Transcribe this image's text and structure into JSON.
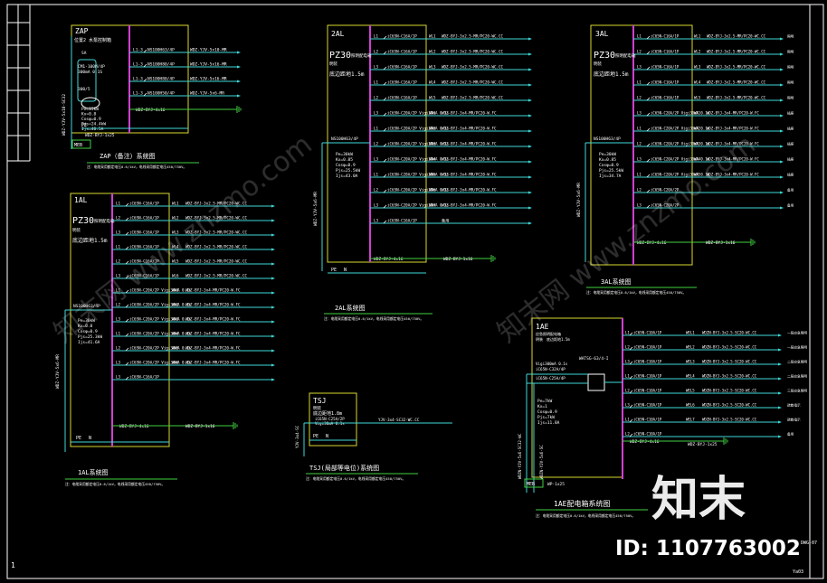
{
  "colors": {
    "background": "#000000",
    "border": "#ffffff",
    "box_outline": "#d8d830",
    "busbar": "#d040d0",
    "circuit": "#40d8d8",
    "breaker": "#e8e8e8",
    "ground": "#40d040",
    "title_underline": "#40d040",
    "watermark": "#ffffff"
  },
  "sheet": {
    "page_number": "1",
    "corner_stamp": "Ya03",
    "corner_stamp2": "DWG-07"
  },
  "panels": {
    "zap": {
      "name": "ZAP",
      "desc": "位置2 水泵控制箱",
      "feeder_cable": "WDZ-YJV-5x10-SC32",
      "main_breaker": "CM1-100M/4P",
      "main_breaker2": "300mA 0.1S",
      "sub_label": "SA",
      "sub_label2": "300/5",
      "params": [
        "Pe=15kW",
        "Kx=0.8",
        "Cosφ=0.9",
        "Pjs=24.4kW",
        "Ijs=40.5A"
      ],
      "circuits": [
        {
          "phase": "L1-3",
          "breaker": "NS100H63/4P",
          "cable": "WDZ-YJV-5x10-MR"
        },
        {
          "phase": "L1-3",
          "breaker": "NS100H80/4P",
          "cable": "WDZ-YJV-5x16-MR"
        },
        {
          "phase": "L1-3",
          "breaker": "NS100H80/4P",
          "cable": "WDZ-YJV-5x16-MR"
        },
        {
          "phase": "L1-3",
          "breaker": "NS100H50/4P",
          "cable": "WDZ-YJV-5x6-MR"
        }
      ],
      "spare_cable": "WDZ-BYJ-4x16",
      "pe_cable": "WDZ-BYJ-1x25",
      "pe_label": "PE",
      "meb_label": "MEB",
      "title": "ZAP（备注）系统图",
      "note": "注：电缆采用额定电压0.6/1kV，电线采用额定电压450/750V。"
    },
    "al1": {
      "name": "1AL",
      "model": "PZ30",
      "desc1": "照明配电箱",
      "desc2": "明装",
      "desc3": "底边距地1.5m",
      "feeder_cable": "WDZ-YJV-5x6-MR",
      "main_breaker": "NS100H63/4P",
      "params": [
        "Pe=30kW",
        "Kx=0.8",
        "Cosφ=0.9",
        "Pjs=25.3kW",
        "Ijs=41.6A"
      ],
      "circuits": [
        {
          "phase": "L1",
          "breaker": "iC65N-C16A/1P",
          "id": "WL1",
          "cable": "WDZ-BYJ-3x2.5-MR/PC20-WC.CC"
        },
        {
          "phase": "L2",
          "breaker": "iC65N-C16A/1P",
          "id": "WL2",
          "cable": "WDZ-BYJ-3x2.5-MR/PC20-WC.CC"
        },
        {
          "phase": "L3",
          "breaker": "iC65N-C16A/1P",
          "id": "WL3",
          "cable": "WDZ-BYJ-3x2.5-MR/PC20-WC.CC"
        },
        {
          "phase": "L1",
          "breaker": "iC65N-C16A/1P",
          "id": "WL4",
          "cable": "WDZ-BYJ-3x2.5-MR/PC20-WC.CC"
        },
        {
          "phase": "L2",
          "breaker": "iC65N-C16A/1P",
          "id": "WL5",
          "cable": "WDZ-BYJ-3x2.5-MR/PC20-WC.CC"
        },
        {
          "phase": "L3",
          "breaker": "iC65N-C16A/1P",
          "id": "WL6",
          "cable": "WDZ-BYJ-3x2.5-MR/PC20-WC.CC"
        },
        {
          "phase": "L1",
          "breaker": "iC65N-C20A/2P Vigi30mA 0.1s",
          "id": "WX1",
          "cable": "WDZ-BYJ-3x4-MR/PC20-W.FC"
        },
        {
          "phase": "L2",
          "breaker": "iC65N-C20A/2P Vigi30mA 0.1s",
          "id": "WX2",
          "cable": "WDZ-BYJ-3x4-MR/PC20-W.FC"
        },
        {
          "phase": "L3",
          "breaker": "iC65N-C20A/2P Vigi30mA 0.1s",
          "id": "WX3",
          "cable": "WDZ-BYJ-3x4-MR/PC20-W.FC"
        },
        {
          "phase": "L1",
          "breaker": "iC65N-C20A/2P Vigi30mA 0.1s",
          "id": "WX4",
          "cable": "WDZ-BYJ-3x4-MR/PC20-W.FC"
        },
        {
          "phase": "L2",
          "breaker": "iC65N-C20A/2P Vigi30mA 0.1s",
          "id": "WX5",
          "cable": "WDZ-BYJ-3x4-MR/PC20-W.FC"
        },
        {
          "phase": "L3",
          "breaker": "iC65N-C20A/2P Vigi30mA 0.1s",
          "id": "WX6",
          "cable": "WDZ-BYJ-3x4-MR/PC20-W.FC"
        },
        {
          "phase": "L3",
          "breaker": "iC65N-C16A/1P",
          "id": "",
          "cable": ""
        }
      ],
      "spare_cable": "WDZ-BYJ-4x16",
      "ground_cable": "WDZ-BYJ-1x16",
      "pe_label": "PE",
      "n_label": "N",
      "title": "1AL系统图",
      "note": "注：电缆采用额定电压0.6/1kV，电线采用额定电压450/750V。"
    },
    "al2": {
      "name": "2AL",
      "model": "PZ30",
      "desc1": "照明配电箱",
      "desc2": "明装",
      "desc3": "底边距地1.5m",
      "feeder_cable": "WDZ-YJV-5x6-MR",
      "main_breaker": "NS100H63/4P",
      "params": [
        "Pe=30kW",
        "Kx=0.85",
        "Cosφ=0.9",
        "Pjs=25.5kW",
        "Ijs=43.0A"
      ],
      "circuits": [
        {
          "phase": "L1",
          "breaker": "iC65N-C16A/1P",
          "id": "WL1",
          "cable": "WDZ-BYJ-3x2.5-MR/PC20-WC.CC"
        },
        {
          "phase": "L2",
          "breaker": "iC65N-C16A/1P",
          "id": "WL2",
          "cable": "WDZ-BYJ-3x2.5-MR/PC20-WC.CC"
        },
        {
          "phase": "L3",
          "breaker": "iC65N-C16A/1P",
          "id": "WL3",
          "cable": "WDZ-BYJ-3x2.5-MR/PC20-WC.CC"
        },
        {
          "phase": "L1",
          "breaker": "iC65N-C16A/1P",
          "id": "WL4",
          "cable": "WDZ-BYJ-3x2.5-MR/PC20-WC.CC"
        },
        {
          "phase": "L2",
          "breaker": "iC65N-C16A/1P",
          "id": "WL5",
          "cable": "WDZ-BYJ-3x2.5-MR/PC20-WC.CC"
        },
        {
          "phase": "L3",
          "breaker": "iC65N-C20A/2P Vigi30mA 0.1s",
          "id": "WX1",
          "cable": "WDZ-BYJ-3x4-MR/PC20-W.FC"
        },
        {
          "phase": "L1",
          "breaker": "iC65N-C20A/2P Vigi30mA 0.1s",
          "id": "WX2",
          "cable": "WDZ-BYJ-3x4-MR/PC20-W.FC"
        },
        {
          "phase": "L2",
          "breaker": "iC65N-C20A/2P Vigi30mA 0.1s",
          "id": "WX3",
          "cable": "WDZ-BYJ-3x4-MR/PC20-W.FC"
        },
        {
          "phase": "L3",
          "breaker": "iC65N-C20A/2P Vigi30mA 0.1s",
          "id": "WX4",
          "cable": "WDZ-BYJ-3x4-MR/PC20-W.FC"
        },
        {
          "phase": "L1",
          "breaker": "iC65N-C20A/2P Vigi30mA 0.1s",
          "id": "WX5",
          "cable": "WDZ-BYJ-3x4-MR/PC20-W.FC"
        },
        {
          "phase": "L2",
          "breaker": "iC65N-C20A/2P Vigi30mA 0.1s",
          "id": "WX6",
          "cable": "WDZ-BYJ-3x4-MR/PC20-W.FC"
        },
        {
          "phase": "L3",
          "breaker": "iC65N-C20A/2P Vigi30mA 0.1s",
          "id": "WX7",
          "cable": "WDZ-BYJ-3x4-MR/PC20-W.FC"
        },
        {
          "phase": "L3",
          "breaker": "iC65N-C16A/1P",
          "id": "",
          "cable": "备用"
        }
      ],
      "spare_cable": "WDZ-BYJ-4x16",
      "ground_cable": "WDZ-BYJ-1x16",
      "pe_label": "PE",
      "n_label": "N",
      "title": "2AL系统图",
      "note": "注：电缆采用额定电压0.6/1kV，电线采用额定电压450/750V。"
    },
    "al3": {
      "name": "3AL",
      "model": "PZ30",
      "desc1": "照明配电箱",
      "desc2": "明装",
      "desc3": "底边距地1.5m",
      "feeder_cable": "WDZ-YJV-5x6-MR",
      "main_breaker": "NS100H63/4P",
      "params": [
        "Pe=30kW",
        "Kx=0.85",
        "Cosφ=0.9",
        "Pjs=25.5kW",
        "Ijs=34.7A"
      ],
      "circuits": [
        {
          "phase": "L1",
          "breaker": "iC65N-C16A/1P",
          "id": "WL1",
          "cable": "WDZ-BYJ-3x2.5-MR/PC20-WC.CC",
          "load": "照明"
        },
        {
          "phase": "L2",
          "breaker": "iC65N-C16A/1P",
          "id": "WL2",
          "cable": "WDZ-BYJ-3x2.5-MR/PC20-WC.CC",
          "load": "照明"
        },
        {
          "phase": "L3",
          "breaker": "iC65N-C16A/1P",
          "id": "WL3",
          "cable": "WDZ-BYJ-3x2.5-MR/PC20-WC.CC",
          "load": "照明"
        },
        {
          "phase": "L1",
          "breaker": "iC65N-C16A/1P",
          "id": "WL4",
          "cable": "WDZ-BYJ-3x2.5-MR/PC20-WC.CC",
          "load": "照明"
        },
        {
          "phase": "L2",
          "breaker": "iC65N-C16A/1P",
          "id": "WL5",
          "cable": "WDZ-BYJ-3x2.5-MR/PC20-WC.CC",
          "load": "照明"
        },
        {
          "phase": "L3",
          "breaker": "iC65N-C20A/2P Vigi30mA 0.1s",
          "id": "WX1",
          "cable": "WDZ-BYJ-3x4-MR/PC20-W.FC",
          "load": "插座"
        },
        {
          "phase": "L1",
          "breaker": "iC65N-C20A/2P Vigi30mA 0.1s",
          "id": "WX2",
          "cable": "WDZ-BYJ-3x4-MR/PC20-W.FC",
          "load": "插座"
        },
        {
          "phase": "L2",
          "breaker": "iC65N-C20A/2P Vigi30mA 0.1s",
          "id": "WX3",
          "cable": "WDZ-BYJ-3x4-MR/PC20-W.FC",
          "load": "插座"
        },
        {
          "phase": "L3",
          "breaker": "iC65N-C20A/2P Vigi30mA 0.1s",
          "id": "WX4",
          "cable": "WDZ-BYJ-3x4-MR/PC20-W.FC",
          "load": "插座"
        },
        {
          "phase": "L1",
          "breaker": "iC65N-C20A/2P Vigi30mA 0.1s",
          "id": "WX5",
          "cable": "WDZ-BYJ-3x4-MR/PC20-W.FC",
          "load": "插座"
        },
        {
          "phase": "L2",
          "breaker": "iC65N-C20A/2P",
          "id": "",
          "cable": "",
          "load": "备用"
        },
        {
          "phase": "L3",
          "breaker": "iC65N-C20A/2P",
          "id": "",
          "cable": "",
          "load": "备用"
        }
      ],
      "spare_cable": "WDZ-BYJ-4x16",
      "ground_cable": "WDZ-BYJ-1x16",
      "title": "3AL系统图",
      "note": "注：电缆采用额定电压0.6/1kV，电线采用额定电压450/750V。"
    },
    "tsj": {
      "name": "TSJ",
      "desc1": "明装",
      "desc2": "底边距地1.8m",
      "breaker": "iC65N-C25A/2P",
      "breaker2": "Vigi30mA 0.1s",
      "cable": "YJV-3x4-SC32-WC.CC",
      "feeder": "YJV-3x4-SC",
      "pe_label": "PE",
      "n_label": "N",
      "title": "TSJ(局部等电位)系统图",
      "note": "注：电缆采用额定电压0.6/1kV，电线采用额定电压450/750V。"
    },
    "ae1": {
      "name": "1AE",
      "desc1": "应急照明配电箱",
      "desc2": "明装",
      "desc3": "底边距地1.5m",
      "feeder_cable": "WDZN-YJV-5x6-SC32-WC",
      "feeder_cable2": "WDZN-YJV-5x6-SC",
      "main_breaker": "iC65N-C32A/4P",
      "main_breaker2": "Vigi300mA 0.1s",
      "main_breaker3": "iC65N-C25A/4P",
      "ats": "WATSG-63/4-I",
      "params": [
        "Pe=7kW",
        "Kx=1",
        "Cosφ=0.9",
        "Pjs=7kW",
        "Ijs=11.8A"
      ],
      "circuits": [
        {
          "phase": "L1",
          "breaker": "iC65N-C10A/1P",
          "id": "WEL1",
          "cable": "WDZN-BYJ-3x2.5-SC20-WC.CC",
          "load": "一层应急照明"
        },
        {
          "phase": "L2",
          "breaker": "iC65N-C10A/1P",
          "id": "WEL2",
          "cable": "WDZN-BYJ-3x2.5-SC20-WC.CC",
          "load": "一层应急照明"
        },
        {
          "phase": "L3",
          "breaker": "iC65N-C10A/1P",
          "id": "WEL3",
          "cable": "WDZN-BYJ-3x2.5-SC20-WC.CC",
          "load": "二层应急照明"
        },
        {
          "phase": "L1",
          "breaker": "iC65N-C10A/1P",
          "id": "WEL4",
          "cable": "WDZN-BYJ-3x2.5-SC20-WC.CC",
          "load": "二层应急照明"
        },
        {
          "phase": "L2",
          "breaker": "iC65N-C10A/1P",
          "id": "WEL5",
          "cable": "WDZN-BYJ-3x2.5-SC20-WC.CC",
          "load": "三层应急照明"
        },
        {
          "phase": "L3",
          "breaker": "iC65N-C10A/1P",
          "id": "WEL6",
          "cable": "WDZN-BYJ-3x2.5-SC20-WC.CC",
          "load": "疏散指示"
        },
        {
          "phase": "L1",
          "breaker": "iC65N-C10A/1P",
          "id": "WEL7",
          "cable": "WDZN-BYJ-3x2.5-SC20-WC.CC",
          "load": "疏散指示"
        },
        {
          "phase": "L2",
          "breaker": "iC65N-C10A/1P",
          "id": "",
          "cable": "",
          "load": "备用"
        }
      ],
      "spare_cable": "WDZ-BYJ-4x16",
      "pe_cable": "WDZ-BYJ-1x25",
      "pe_label": "MEB",
      "meb_label": "MEB",
      "note_id": "WP-1x25",
      "title": "1AE配电箱系统图",
      "note": "注：电缆采用额定电压0.6/1kV，电线采用额定电压450/750V。"
    }
  },
  "watermark": {
    "site_text_1": "知末网 www.znzmo.com",
    "site_text_2": "知末网 www.znzmo.com",
    "logo": "知末",
    "id_text": "ID: 1107763002"
  }
}
